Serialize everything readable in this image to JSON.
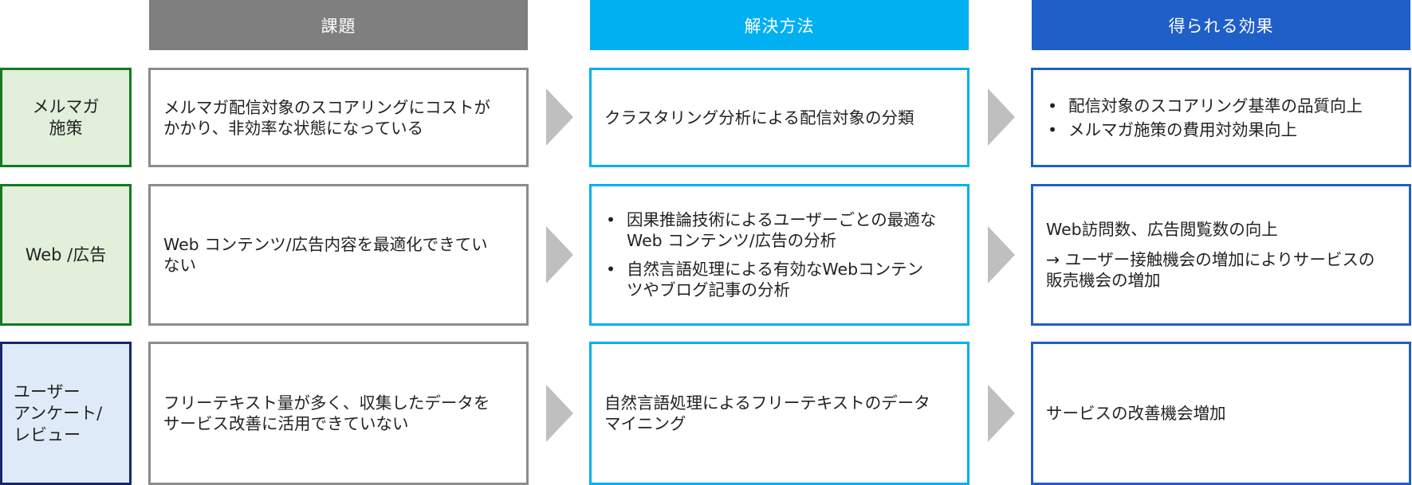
{
  "headers": {
    "problem": "課題",
    "solution": "解決方法",
    "effect": "得られる効果"
  },
  "rows": [
    {
      "label": [
        "メルマガ",
        "施策"
      ],
      "problem": [
        "メルマガ配信対象のスコアリングにコストが",
        "かかり、非効率な状態になっている"
      ],
      "solution": [
        "クラスタリング分析による配信対象の分類"
      ],
      "effect": [
        [
          "配信対象のスコアリング基準の品質向上"
        ],
        [
          "メルマガ施策の費用対効果向上"
        ]
      ]
    },
    {
      "label": [
        "Web /広告"
      ],
      "problem": [
        "Web コンテンツ/広告内容を最適化できてい",
        "ない"
      ],
      "solution": [
        [
          "因果推論技術によるユーザーごとの最適な",
          "Web コンテンツ/広告の分析"
        ],
        [
          "自然言語処理による有効なWebコンテン",
          "ツやブログ記事の分析"
        ]
      ],
      "effect": [
        "Web訪問数、広告閲覧数の向上",
        "→ ユーザー接触機会の増加によりサービスの",
        "販売機会の増加"
      ]
    },
    {
      "label": [
        "ユーザー",
        "アンケート/",
        "レビュー"
      ],
      "problem": [
        "フリーテキスト量が多く、収集したデータを",
        "サービス改善に活用できていない"
      ],
      "solution": [
        "自然言語処理によるフリーテキストのデータ",
        "マイニング"
      ],
      "effect": [
        "サービスの改善機会増加"
      ]
    }
  ],
  "bullet": "•",
  "colors": {
    "problem_header": "#7f7f7f",
    "solution_header": "#00b0f0",
    "effect_header": "#1f5fc8",
    "label_green_fill": "#e2efda",
    "label_green_border": "#117a22",
    "label_blue_fill": "#deeaf7",
    "label_blue_border": "#15276b",
    "arrow": "#bfbfbf"
  }
}
